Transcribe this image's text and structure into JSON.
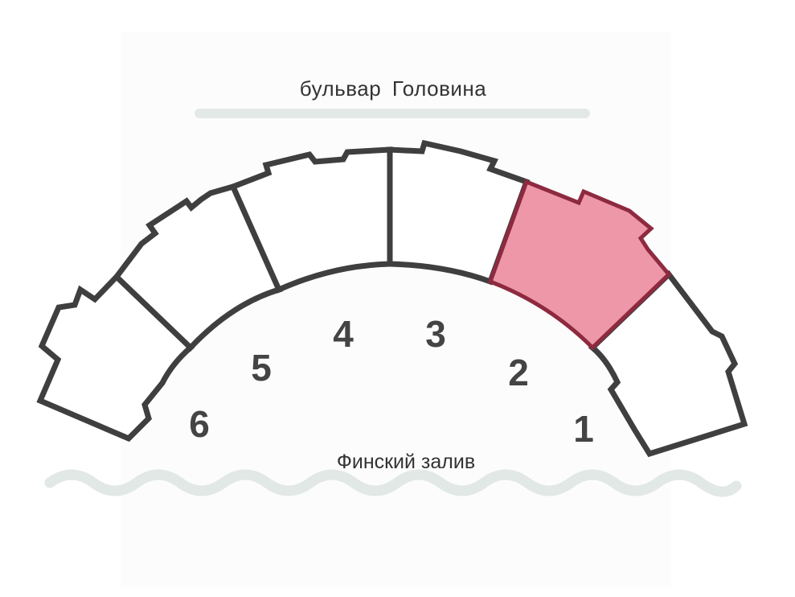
{
  "map": {
    "street_label": "бульвар  Головина",
    "water_label": "Финский залив",
    "colors": {
      "outline": "#3f3f3f",
      "selected_fill": "#ee97a8",
      "selected_stroke": "#8e2a40",
      "road": "#e3e9e7",
      "water": "#e1e8e6"
    },
    "sections": [
      {
        "number": "1",
        "selected": false
      },
      {
        "number": "2",
        "selected": true
      },
      {
        "number": "3",
        "selected": false
      },
      {
        "number": "4",
        "selected": false
      },
      {
        "number": "5",
        "selected": false
      },
      {
        "number": "6",
        "selected": false
      }
    ]
  }
}
